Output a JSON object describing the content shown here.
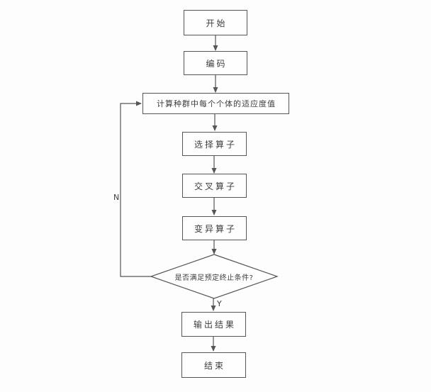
{
  "diagram": {
    "title": "genetic-algorithm-flowchart",
    "nodes": {
      "start": "开始",
      "encode": "编码",
      "fitness": "计算种群中每个个体的适应度值",
      "select": "选择算子",
      "crossover": "交叉算子",
      "mutation": "变异算子",
      "decision": "是否满足预定终止条件?",
      "output": "输出结果",
      "end": "结束"
    },
    "branch_labels": {
      "yes": "Y",
      "no": "N"
    },
    "colors": {
      "stroke": "#565656",
      "node_fill": "#fefefe",
      "text": "#3d3d3d",
      "background": "#fdfdfd"
    }
  }
}
